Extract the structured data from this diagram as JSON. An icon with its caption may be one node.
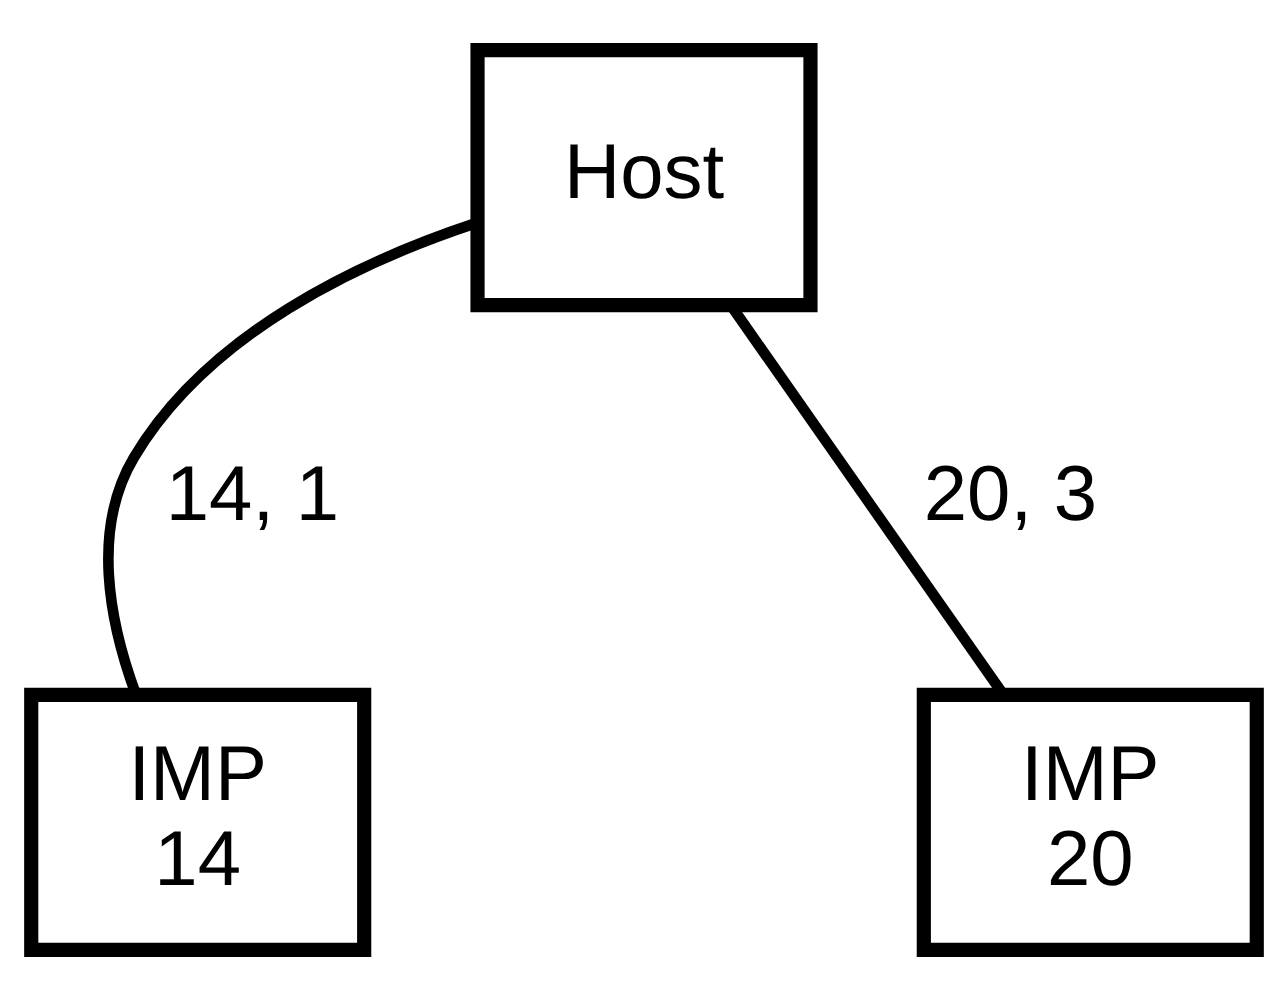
{
  "diagram": {
    "nodes": [
      {
        "text": [
          "Host"
        ]
      },
      {
        "text": [
          "IMP 14"
        ]
      },
      {
        "text": [
          "IMP 20"
        ]
      }
    ],
    "edges": [
      {
        "from": 0,
        "to": 1,
        "arrow": "none",
        "label": "14, 1"
      },
      {
        "from": 0,
        "to": 2,
        "arrow": "none",
        "label": "20, 3"
      }
    ]
  }
}
